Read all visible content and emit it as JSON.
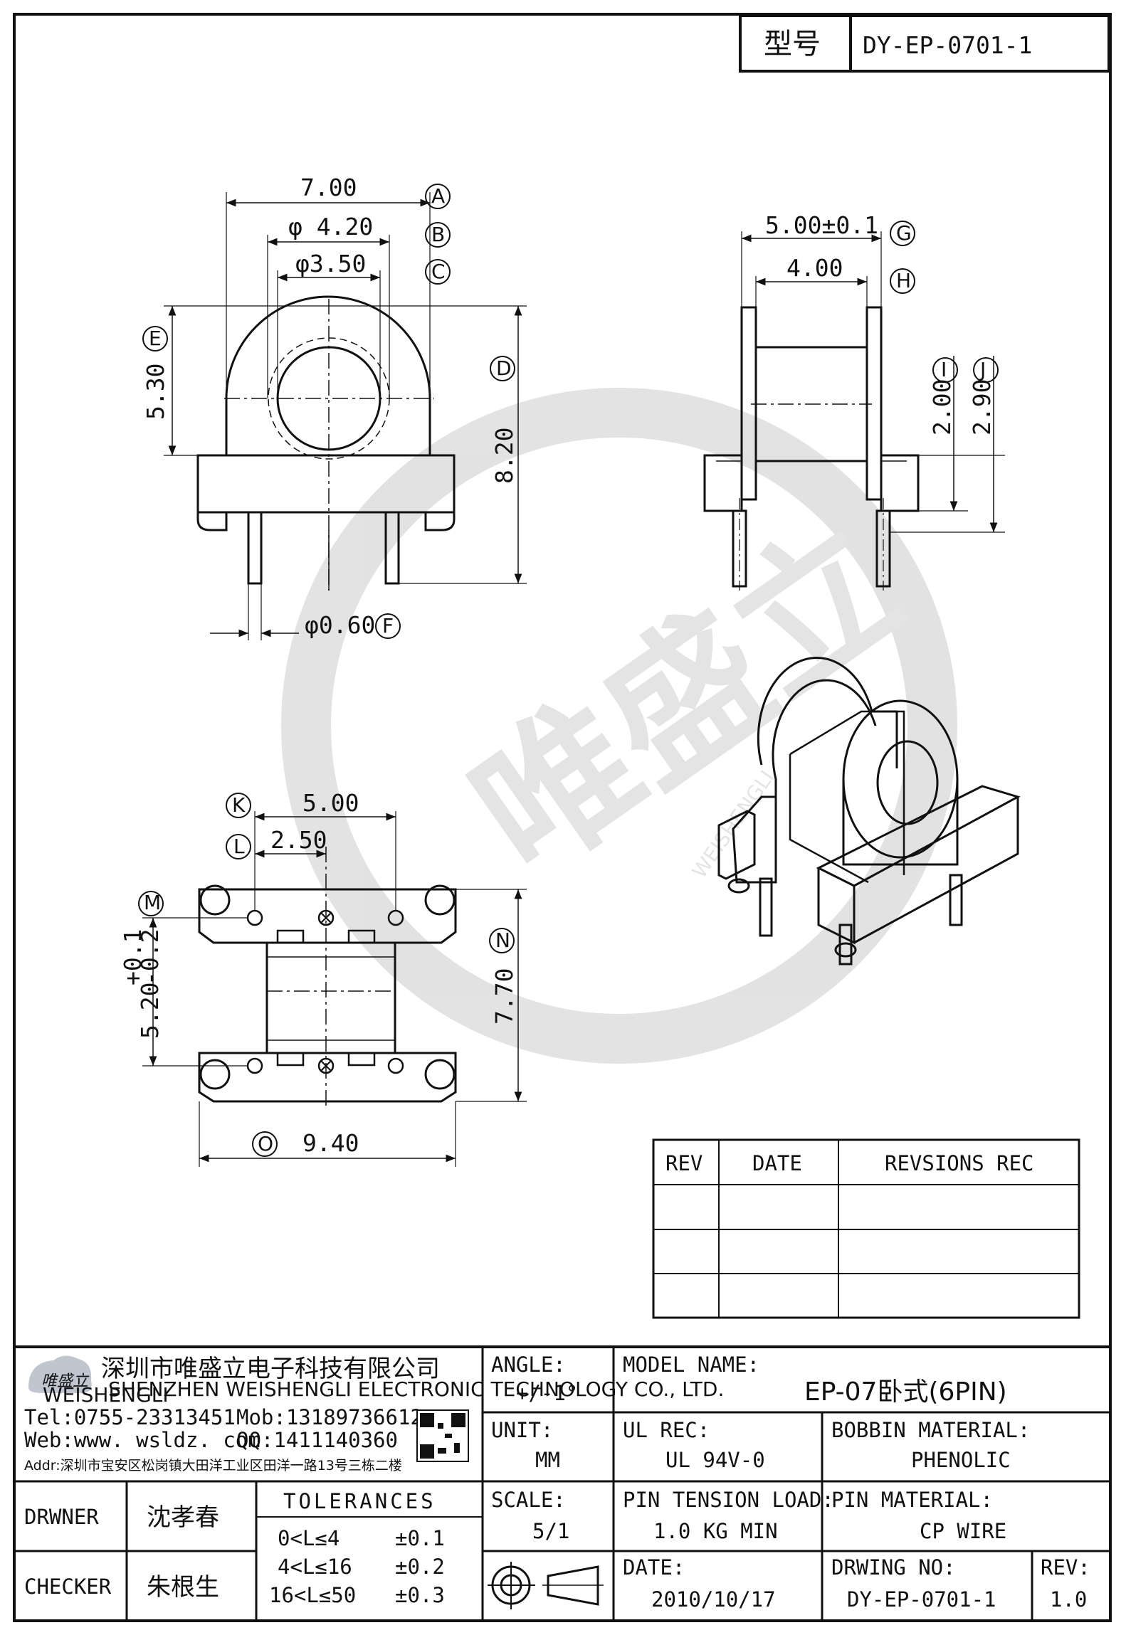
{
  "title_block": {
    "type_label": "型号",
    "model_code": "DY-EP-0701-1"
  },
  "front_view": {
    "dim_width": "7.00",
    "dim_phi_outer": "φ 4.20",
    "dim_phi_inner": "φ3.50",
    "dim_height": "5.30",
    "dim_total_height": "8.20",
    "dim_pin": "φ0.60",
    "callouts": [
      "A",
      "B",
      "C",
      "D",
      "E",
      "F"
    ]
  },
  "side_view": {
    "dim_width": "5.00±0.1",
    "dim_inner": "4.00",
    "dim_i": "2.00",
    "dim_j": "2.90",
    "callouts": [
      "G",
      "H",
      "I",
      "J"
    ]
  },
  "bottom_view": {
    "dim_k": "5.00",
    "dim_l": "2.50",
    "dim_m": "5.20",
    "dim_m_tol_plus": "+0.1",
    "dim_m_tol_minus": "-0.2",
    "dim_n": "7.70",
    "dim_o": "9.40",
    "callouts": [
      "K",
      "L",
      "M",
      "N",
      "O"
    ]
  },
  "watermark": {
    "cn": "唯盛立",
    "en": "WEISHENGLI"
  },
  "revision_table": {
    "headers": [
      "REV",
      "DATE",
      "REVSIONS REC"
    ],
    "rows": [
      [
        "",
        "",
        ""
      ],
      [
        "",
        "",
        ""
      ],
      [
        "",
        "",
        ""
      ]
    ]
  },
  "company": {
    "logo_cn": "唯盛立",
    "logo_en": "WEISHENGLI",
    "name_cn": "深圳市唯盛立电子科技有限公司",
    "name_en": "SHENZHEN WEISHENGLI ELECTRONIC TECHNOLOGY CO., LTD.",
    "tel": "Tel:0755-23313451",
    "mob": "Mob:13189736612",
    "web": "Web:www. wsldz. com",
    "qq": "QQ:1411140360",
    "addr": "Addr:深圳市宝安区松岗镇大田洋工业区田洋一路13号三栋二楼"
  },
  "info": {
    "angle_label": "ANGLE:",
    "angle_value": "+/-1°",
    "model_label": "MODEL NAME:",
    "model_value": "EP-07卧式(6PIN)",
    "unit_label": "UNIT:",
    "unit_value": "MM",
    "ul_label": "UL REC:",
    "ul_value": "UL 94V-0",
    "bobbin_label": "BOBBIN MATERIAL:",
    "bobbin_value": "PHENOLIC",
    "scale_label": "SCALE:",
    "scale_value": "5/1",
    "pin_tension_label": "PIN TENSION LOAD:",
    "pin_tension_value": "1.0 KG MIN",
    "pin_material_label": "PIN MATERIAL:",
    "pin_material_value": "CP WIRE",
    "date_label": "DATE:",
    "date_value": "2010/10/17",
    "drawing_label": "DRWING NO:",
    "drawing_value": "DY-EP-0701-1",
    "rev_label": "REV:",
    "rev_value": "1.0"
  },
  "people": {
    "drawer_label": "DRWNER",
    "drawer_name": "沈孝春",
    "checker_label": "CHECKER",
    "checker_name": "朱根生"
  },
  "tolerances": {
    "title": "TOLERANCES",
    "rows": [
      {
        "range": "0<L≤4",
        "tol": "±0.1"
      },
      {
        "range": "4<L≤16",
        "tol": "±0.2"
      },
      {
        "range": "16<L≤50",
        "tol": "±0.3"
      }
    ]
  }
}
